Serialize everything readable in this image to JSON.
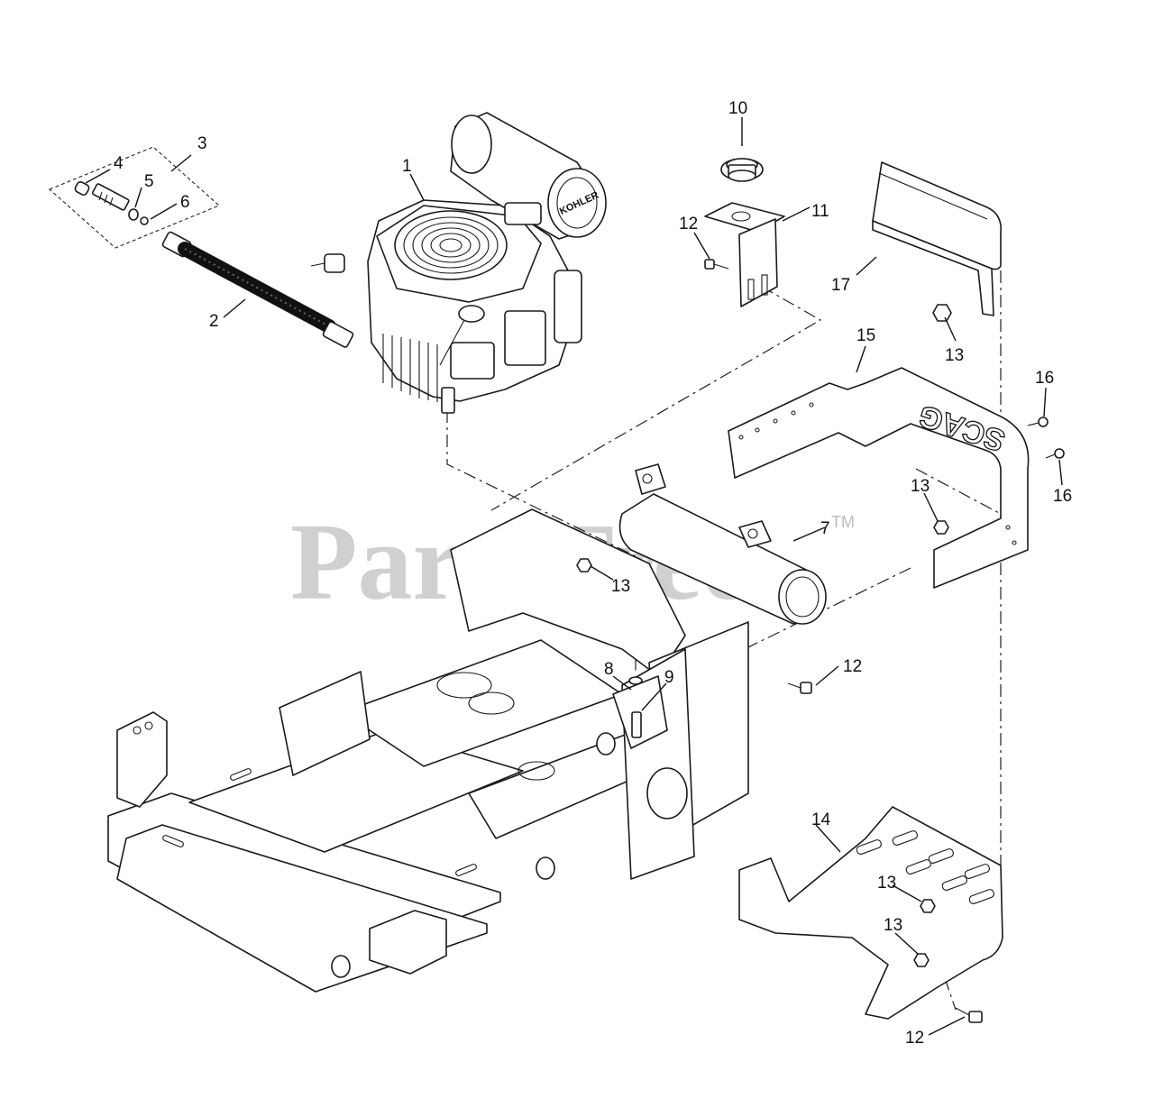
{
  "watermark": {
    "text": "PartsTree",
    "tm": "TM"
  },
  "brands": {
    "engine": "KOHLER",
    "heat_shield": "SCAG"
  },
  "callouts": [
    {
      "id": "c1",
      "label": "1"
    },
    {
      "id": "c2",
      "label": "2"
    },
    {
      "id": "c3",
      "label": "3"
    },
    {
      "id": "c4",
      "label": "4"
    },
    {
      "id": "c5",
      "label": "5"
    },
    {
      "id": "c6",
      "label": "6"
    },
    {
      "id": "c7",
      "label": "7"
    },
    {
      "id": "c8",
      "label": "8"
    },
    {
      "id": "c9",
      "label": "9"
    },
    {
      "id": "c10",
      "label": "10"
    },
    {
      "id": "c11",
      "label": "11"
    },
    {
      "id": "c12a",
      "label": "12"
    },
    {
      "id": "c12b",
      "label": "12"
    },
    {
      "id": "c12c",
      "label": "12"
    },
    {
      "id": "c13a",
      "label": "13"
    },
    {
      "id": "c13b",
      "label": "13"
    },
    {
      "id": "c13c",
      "label": "13"
    },
    {
      "id": "c13d",
      "label": "13"
    },
    {
      "id": "c13e",
      "label": "13"
    },
    {
      "id": "c14",
      "label": "14"
    },
    {
      "id": "c15",
      "label": "15"
    },
    {
      "id": "c16a",
      "label": "16"
    },
    {
      "id": "c16b",
      "label": "16"
    },
    {
      "id": "c17",
      "label": "17"
    }
  ]
}
